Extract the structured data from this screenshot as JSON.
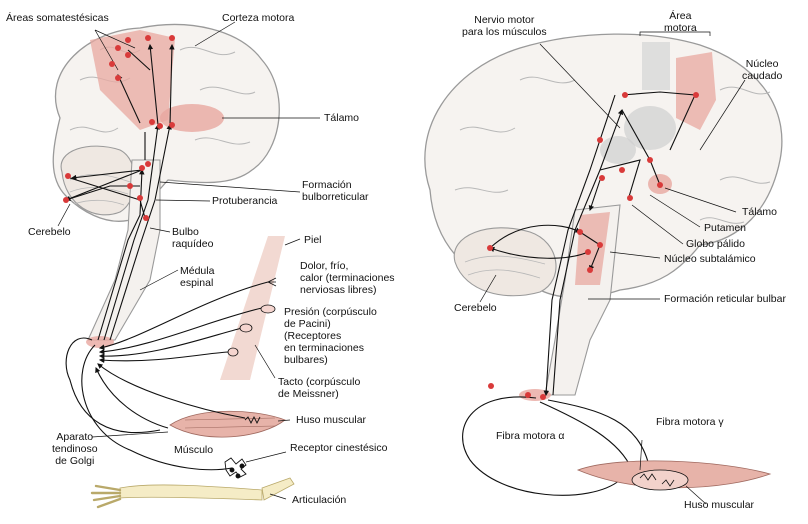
{
  "left": {
    "areas_somatestesicas": "Áreas somatestésicas",
    "corteza_motora": "Corteza motora",
    "talamo": "Tálamo",
    "formacion_bulborreticular": "Formación\nbulborreticular",
    "protuberancia": "Protuberancia",
    "cerebelo": "Cerebelo",
    "bulbo_raquideo": "Bulbo\nraquídeo",
    "medula_espinal": "Médula\nespinal",
    "piel": "Piel",
    "dolor": "Dolor, frío,\ncalor (terminaciones\nnerviosas libres)",
    "presion": "Presión (corpúsculo\nde Pacini)\n(Receptores\nen terminaciones\nbulbares)",
    "tacto": "Tacto (corpúsculo\nde Meissner)",
    "huso_muscular": "Huso muscular",
    "aparato_tendinoso": "Aparato\ntendinoso\nde Golgi",
    "musculo": "Músculo",
    "receptor_cinestesico": "Receptor cinestésico",
    "articulacion": "Articulación"
  },
  "right": {
    "nervio_motor": "Nervio motor\npara los músculos",
    "area_motora": "Área\nmotora",
    "nucleo_caudado": "Núcleo\ncaudado",
    "talamo": "Tálamo",
    "putamen": "Putamen",
    "globo_palido": "Globo pálido",
    "nucleo_subtalamico": "Núcleo subtalámico",
    "formacion_reticular_bulbar": "Formación reticular bulbar",
    "cerebelo": "Cerebelo",
    "fibra_motora_alfa": "Fibra motora α",
    "fibra_motora_gamma": "Fibra motora γ",
    "huso_muscular": "Huso muscular"
  },
  "colors": {
    "highlight": "#e8a8a0",
    "node": "#d93a3a",
    "line": "#111111",
    "brain": "#999999"
  }
}
